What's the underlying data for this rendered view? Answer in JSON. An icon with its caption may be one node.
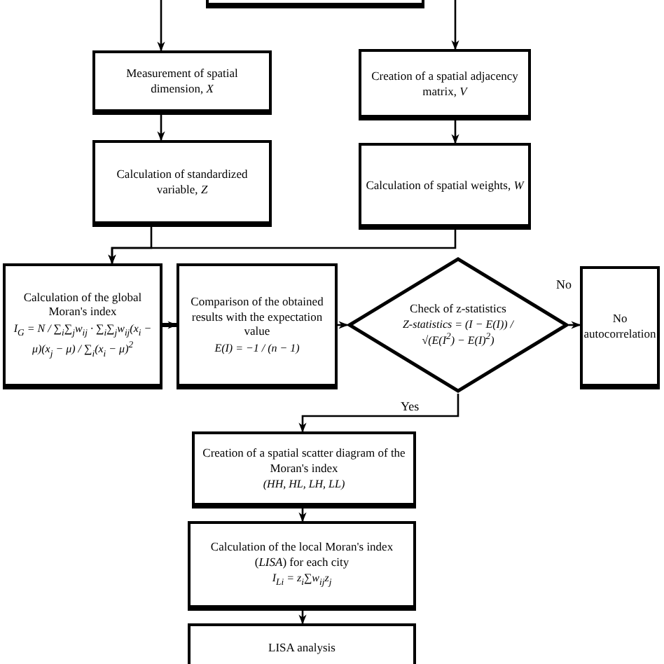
{
  "diagram": {
    "nodes": [
      {
        "text": [],
        "shape": "box"
      },
      {
        "text": [
          "Measurement of spatial dimension, *X*"
        ]
      },
      {
        "text": [
          "Creation of a spatial adjacency matrix, *V*"
        ]
      },
      {
        "text": [
          "Calculation of standardized variable, *Z*"
        ]
      },
      {
        "text": [
          "Calculation of spatial weights, *W*"
        ]
      },
      {
        "text": [
          "Calculation of the global Moran's index",
          "I$_{G}$ = N / ∑$_{i}$∑$_{j}$w$_{ij}$ · ∑$_{i}$∑$_{j}$w$_{ij}$(x$_{i}$ − μ)(x$_{j}$ − μ) / ∑$_{i}$(x$_{i}$ − μ)$^{2}$"
        ]
      },
      {
        "text": [
          "Comparison of the obtained results with the expectation value",
          "E(I) = −1 / (n − 1)"
        ]
      },
      {
        "text": [
          "Check of z-statistics",
          "Z-statistics = (I − E(I)) / √(E(I$^{2}$) − E(I)$^{2}$)"
        ]
      },
      {
        "text": [
          "No autocorrelation"
        ]
      },
      {
        "text": [
          "Creation of a spatial scatter diagram of the Moran's index",
          "(HH, HL, LH, LL)"
        ]
      },
      {
        "text": [
          "Calculation of the local Moran's index (*LISA*) for each city",
          "I$_{Li}$ = z$_{i}$∑w$_{ij}$z$_{j}$"
        ]
      },
      {
        "text": [
          "LISA analysis"
        ]
      }
    ],
    "edges": [
      {
        "from": null,
        "to": 1,
        "arrow": "to"
      },
      {
        "from": null,
        "to": 2,
        "arrow": "to"
      },
      {
        "from": 1,
        "to": 3,
        "arrow": "to"
      },
      {
        "from": 2,
        "to": 4,
        "arrow": "to"
      },
      {
        "from": 3,
        "to": 5,
        "arrow": "to"
      },
      {
        "from": 4,
        "to": 5,
        "arrow": "to"
      },
      {
        "from": 5,
        "to": 6,
        "arrow": "to",
        "style": "thick"
      },
      {
        "from": 6,
        "to": 7,
        "arrow": "to"
      },
      {
        "from": 7,
        "to": 8,
        "label": "No",
        "arrow": "to"
      },
      {
        "from": 7,
        "to": 9,
        "label": "Yes",
        "arrow": "to"
      },
      {
        "from": 9,
        "to": 10,
        "arrow": "to"
      },
      {
        "from": 10,
        "to": 11,
        "arrow": "to"
      }
    ]
  }
}
